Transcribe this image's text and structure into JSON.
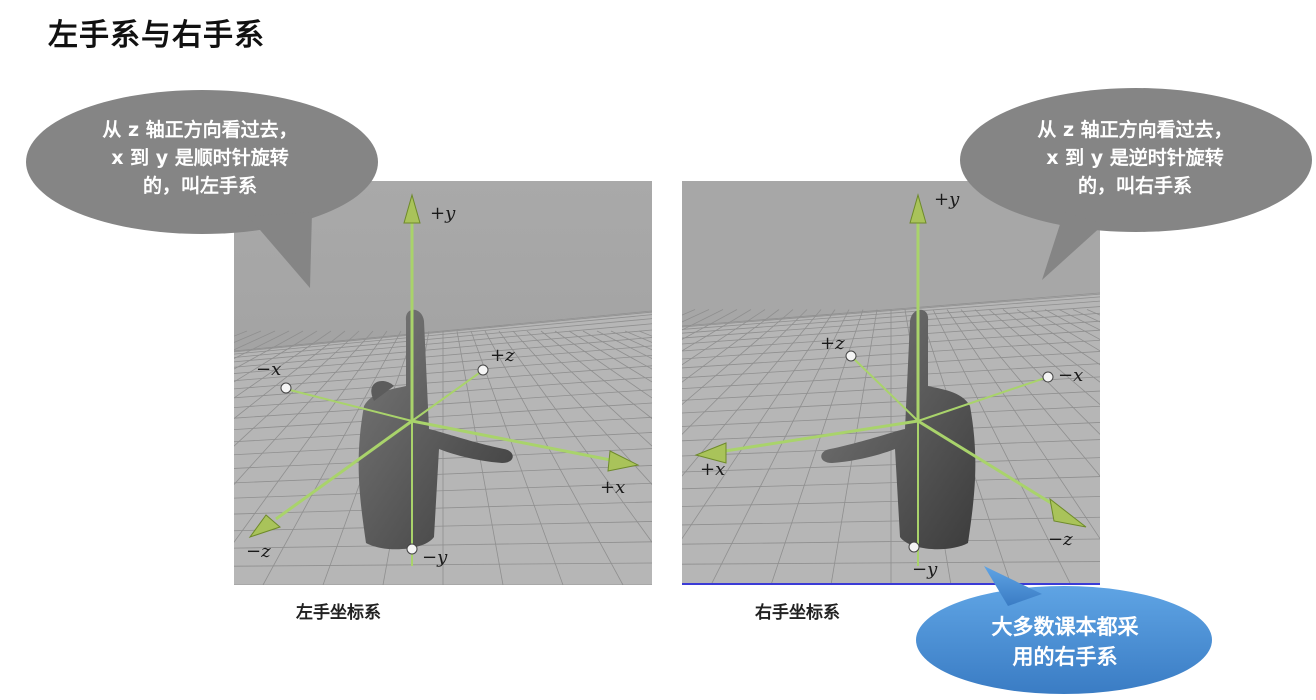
{
  "page_title": "左手系与右手系",
  "left_panel": {
    "caption": "左手坐标系",
    "axes": {
      "py": "+y",
      "ny": "−y",
      "px": "+x",
      "nx": "−x",
      "pz": "+z",
      "nz": "−z"
    }
  },
  "right_panel": {
    "caption": "右手坐标系",
    "axes": {
      "py": "+y",
      "ny": "−y",
      "px": "+x",
      "nx": "−x",
      "pz": "+z",
      "nz": "−z"
    }
  },
  "bubbles": {
    "left": {
      "lines": [
        "从 z 轴正方向看过去，",
        "x 到 y 是顺时针旋转",
        "的，叫左手系"
      ]
    },
    "right": {
      "lines": [
        "从 z 轴正方向看过去，",
        "x 到 y 是逆时针旋转",
        "的，叫右手系"
      ]
    },
    "note": {
      "lines": [
        "大多数课本都采",
        "用的右手系"
      ]
    }
  },
  "colors": {
    "bubble_gray": "#858585",
    "bubble_blue": "#4a8fd6",
    "axis_green": "#a9d36b",
    "grid": "#8f8f8f",
    "panel_bg": "#a2a2a2"
  }
}
